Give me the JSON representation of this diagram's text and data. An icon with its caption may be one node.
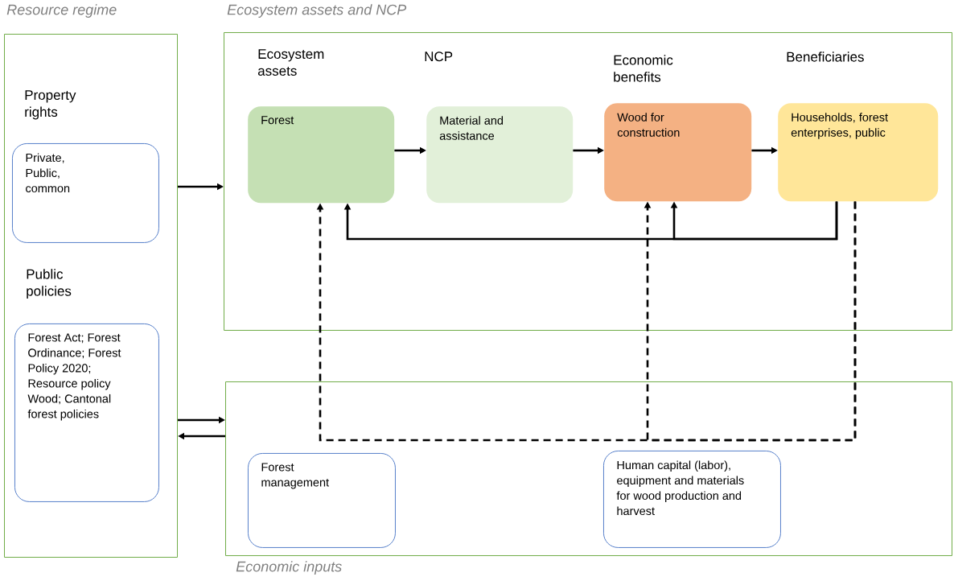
{
  "diagram": {
    "nodes": [
      {
        "text": [
          "Resource regime"
        ]
      },
      {
        "text": [
          "Private, Public, common"
        ],
        "beside": [
          "Property rights"
        ],
        "in": 0
      },
      {
        "text": [
          "Forest Act; Forest Ordinance; Forest Policy 2020; Resource policy Wood; Cantonal forest policies"
        ],
        "beside": [
          "Public policies"
        ],
        "in": 0
      },
      {
        "text": [
          "Ecosystem assets and NCP"
        ]
      },
      {
        "text": [
          "Forest"
        ],
        "beside": [
          "Ecosystem assets"
        ],
        "in": 3
      },
      {
        "text": [
          "Material and assistance"
        ],
        "beside": [
          "NCP"
        ],
        "in": 3
      },
      {
        "text": [
          "Wood for construction"
        ],
        "beside": [
          "Economic benefits"
        ],
        "in": 3
      },
      {
        "text": [
          "Households, forest enterprises, public"
        ],
        "beside": [
          "Beneficiaries"
        ],
        "in": 3
      },
      {
        "text": [
          "Economic inputs"
        ]
      },
      {
        "text": [
          "Forest management"
        ],
        "in": 8
      },
      {
        "text": [
          "Human capital (labor), equipment and materials for wood production and harvest"
        ],
        "in": 8
      }
    ],
    "edges": [
      {
        "from": 0,
        "to": 3,
        "arrow": "to"
      },
      {
        "from": 0,
        "to": 8,
        "arrow": "to"
      },
      {
        "from": 8,
        "to": 0,
        "arrow": "to"
      },
      {
        "from": 4,
        "to": 5,
        "arrow": "to"
      },
      {
        "from": 5,
        "to": 6,
        "arrow": "to"
      },
      {
        "from": 6,
        "to": 7,
        "arrow": "to"
      },
      {
        "from": 7,
        "to": 4,
        "arrow": "to"
      },
      {
        "from": 7,
        "to": 6,
        "arrow": "to"
      },
      {
        "from": 7,
        "to": 4,
        "arrow": "to",
        "style": "dashed"
      },
      {
        "from": 7,
        "to": 6,
        "arrow": "to",
        "style": "dashed"
      }
    ]
  }
}
